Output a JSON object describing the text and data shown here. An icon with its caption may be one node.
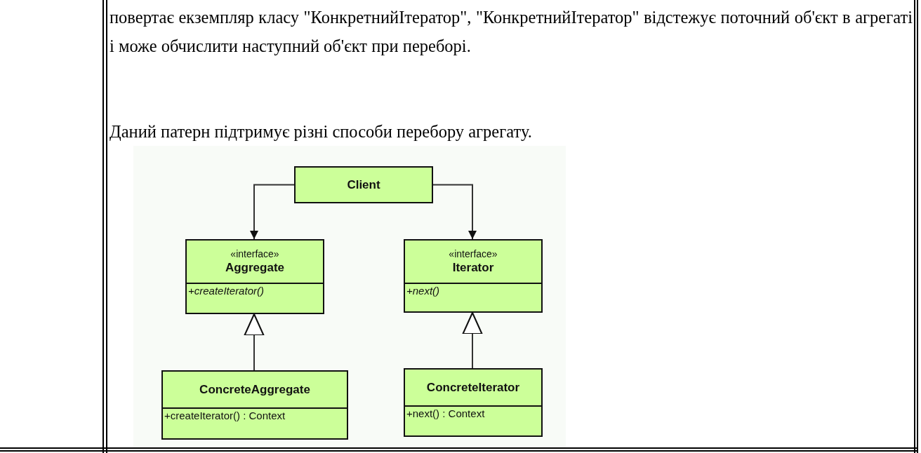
{
  "diagram": {
    "nodes": [
      {
        "text": [
          "Client"
        ]
      },
      {
        "text": [
          "«interface»",
          "Aggregate",
          "+createIterator()"
        ]
      },
      {
        "text": [
          "«interface»",
          "Iterator",
          "+next()"
        ]
      },
      {
        "text": [
          "ConcreteAggregate",
          "+createIterator() : Context"
        ]
      },
      {
        "text": [
          "ConcreteIterator",
          "+next() : Context"
        ]
      }
    ],
    "edges": [
      {
        "from": 0,
        "to": 1,
        "arrow": "to"
      },
      {
        "from": 0,
        "to": 2,
        "arrow": "to"
      },
      {
        "from": 3,
        "to": 1,
        "arrow": "to"
      },
      {
        "from": 4,
        "to": 2,
        "arrow": "to"
      }
    ],
    "labels": [
      "повертає екземпляр класу \"КонкретнийІтератор\", \"КонкретнийІтератор\" відстежує поточний об'єкт в агрегаті і може обчислити наступний об'єкт при переборі.",
      "Даний патерн підтримує різні способи перебору агрегату."
    ]
  }
}
